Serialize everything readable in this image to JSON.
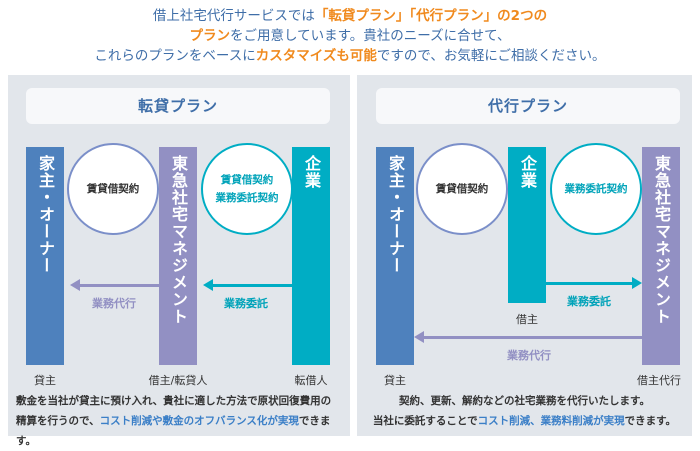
{
  "intro": {
    "l1a": "借上社宅代行サービスでは",
    "l1b": "「転貸プラン」「代行プラン」の2つの",
    "l2a": "プラン",
    "l2b": "をご用意しています。貴社のニーズに合せて、",
    "l3a": "これらのプランをベースに",
    "l3b": "カスタマイズも可能",
    "l3c": "ですので、お気軽にご相談ください。"
  },
  "tentai": {
    "title": "転貸プラン",
    "owner": "家主・オーナー",
    "company_mgmt": "東急社宅マネジメント",
    "corp": "企業",
    "circle1": "賃貸借契約",
    "circle2a": "賃貸借契約",
    "circle2b": "業務委託契約",
    "arrow_left": "業務代行",
    "arrow_right": "業務委託",
    "label_owner": "貸主",
    "label_mgmt": "借主/転貸人",
    "label_corp": "転借人",
    "desc1": "敷金を当社が貸主に預け入れ、貴社に適した方法で原状回復費用の",
    "desc2a": "精算を行うので、",
    "desc2b": "コスト削減や敷金のオフバランス化が実現",
    "desc2c": "できます。"
  },
  "daiko": {
    "title": "代行プラン",
    "owner": "家主・オーナー",
    "corp": "企業",
    "company_mgmt": "東急社宅マネジメント",
    "circle1": "賃貸借契約",
    "circle2": "業務委託契約",
    "arrow_commission": "業務委託",
    "arrow_agency": "業務代行",
    "label_corp": "借主",
    "label_owner": "貸主",
    "label_mgmt": "借主代行",
    "desc1": "契約、更新、解約などの社宅業務を代行いたします。",
    "desc2a": "当社に委託することで",
    "desc2b": "コスト削減、業務料削減が実現",
    "desc2c": "できます。"
  }
}
